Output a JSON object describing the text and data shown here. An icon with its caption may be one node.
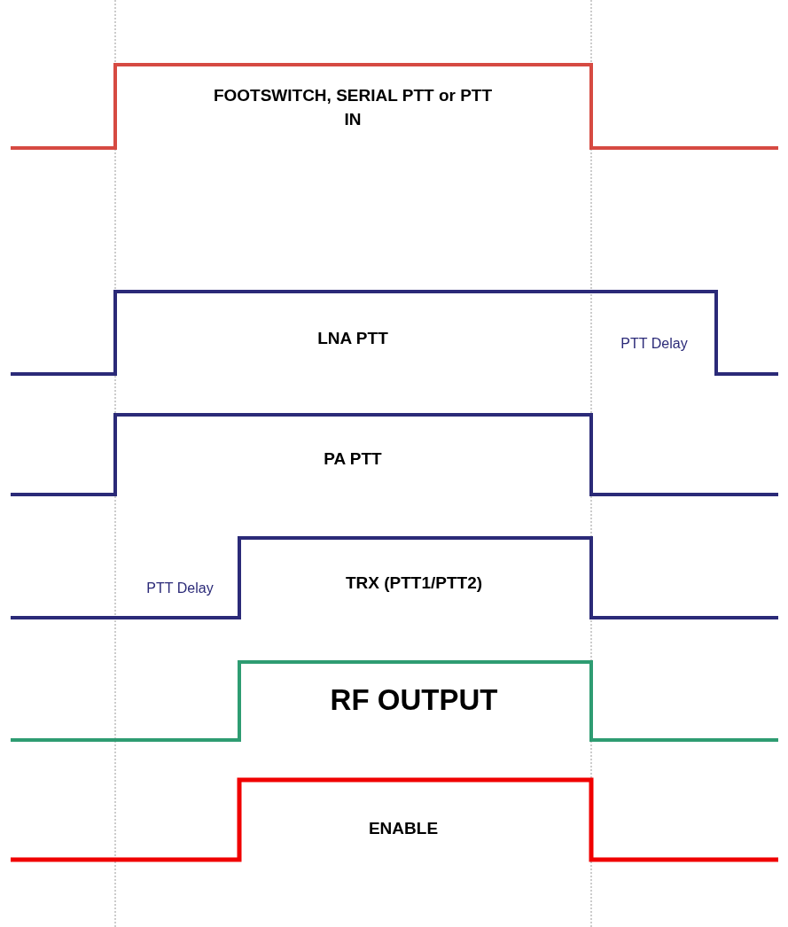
{
  "diagram": {
    "labels": [
      "FOOTSWITCH, SERIAL PTT or PTT IN",
      "LNA PTT",
      "PTT Delay",
      "PA PTT",
      "PTT Delay",
      "TRX (PTT1/PTT2)",
      "RF OUTPUT",
      "ENABLE"
    ]
  }
}
